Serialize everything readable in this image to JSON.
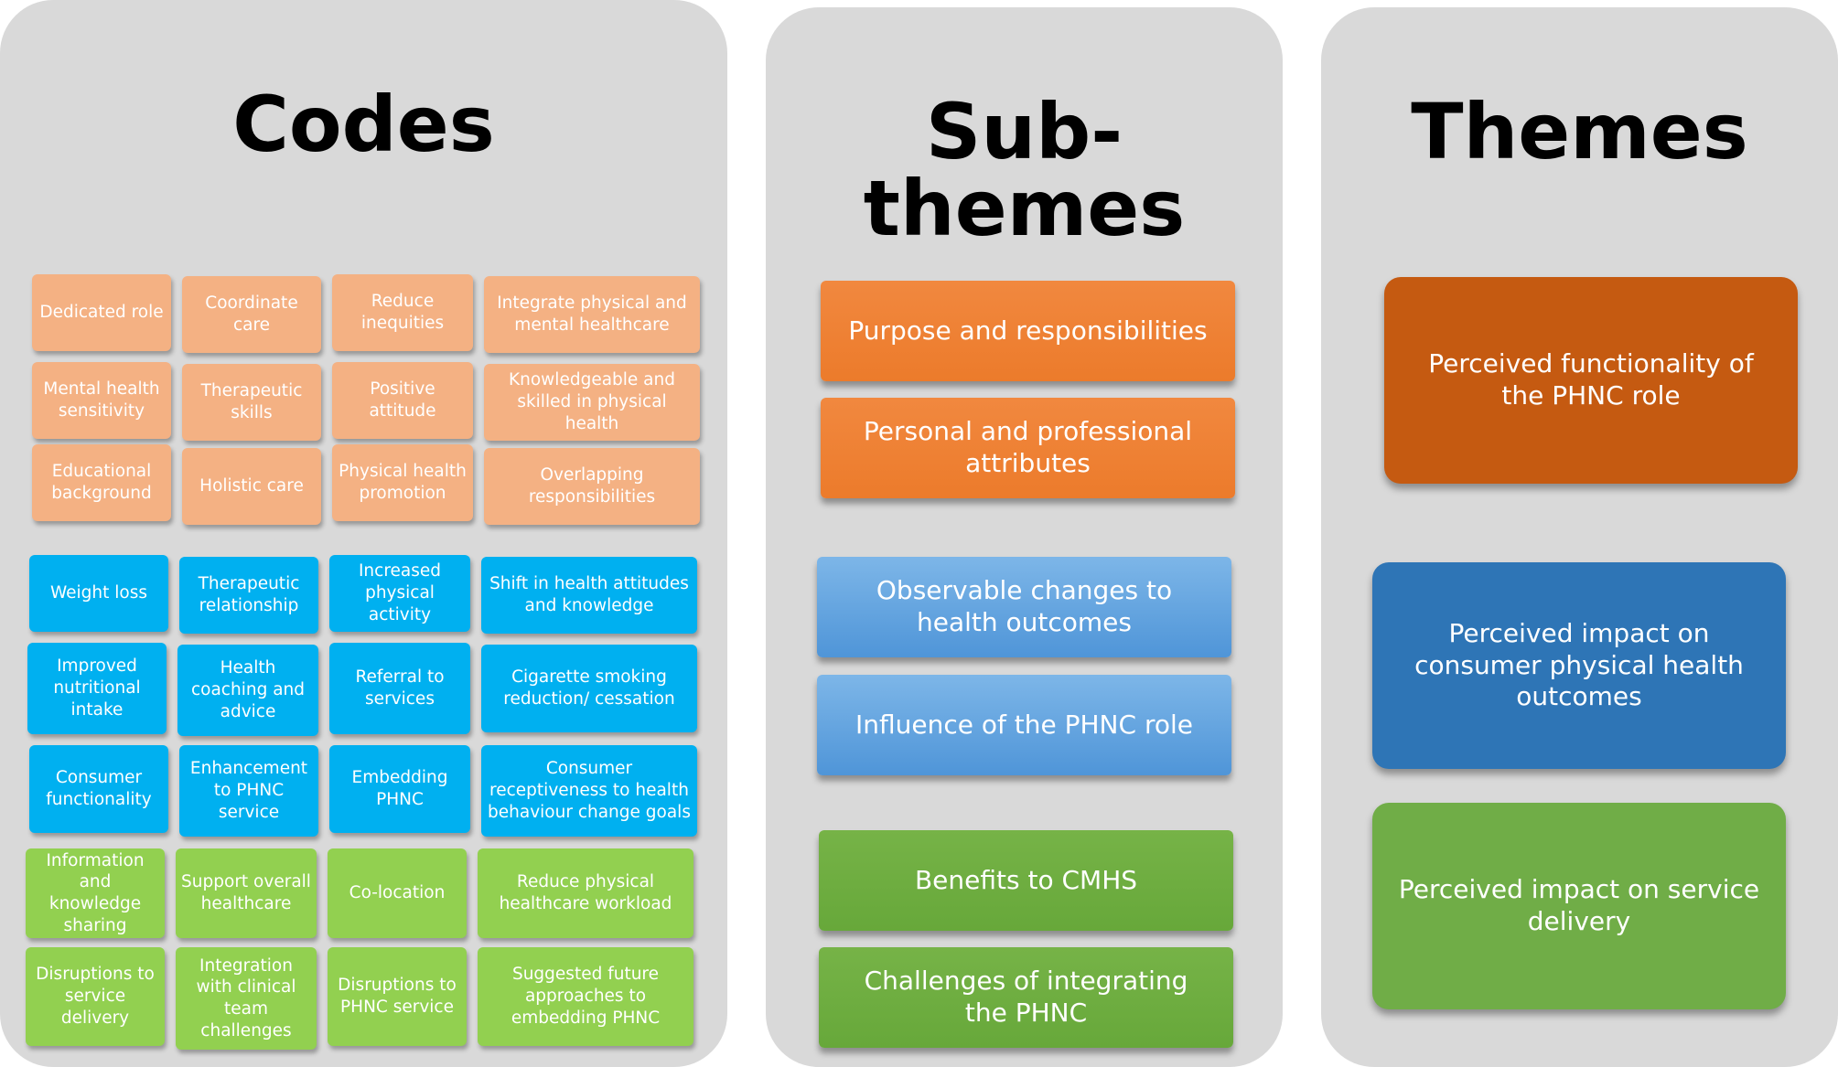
{
  "headings": {
    "codes": "Codes",
    "subthemes": "Sub-themes",
    "themes": "Themes"
  },
  "colors": {
    "panel": "#d9d9d9",
    "codes_group1": "#f4b183",
    "codes_group2": "#00b0f0",
    "codes_group3": "#92d050",
    "sub_group1": "#ed7d31",
    "sub_group2": "#5b9bd5",
    "sub_group3": "#70ad47",
    "theme1": "#c55a11",
    "theme2": "#2e75b6",
    "theme3": "#70ad47"
  },
  "codes": [
    [
      "Dedicated role",
      "Coordinate care",
      "Reduce inequities",
      "Integrate physical and mental healthcare"
    ],
    [
      "Mental health sensitivity",
      "Therapeutic skills",
      "Positive attitude",
      "Knowledgeable and skilled in physical health"
    ],
    [
      "Educational background",
      "Holistic care",
      "Physical health promotion",
      "Overlapping responsibilities"
    ],
    [
      "Weight loss",
      "Therapeutic relationship",
      "Increased physical activity",
      "Shift in health attitudes and knowledge"
    ],
    [
      "Improved nutritional intake",
      "Health coaching and advice",
      "Referral to services",
      "Cigarette smoking reduction/ cessation"
    ],
    [
      "Consumer functionality",
      "Enhancement to PHNC service",
      "Embedding PHNC",
      "Consumer receptiveness to health behaviour change goals"
    ],
    [
      "Information and knowledge sharing",
      "Support overall healthcare",
      "Co-location",
      "Reduce physical healthcare workload"
    ],
    [
      "Disruptions to service delivery",
      "Integration with clinical team challenges",
      "Disruptions to PHNC service",
      "Suggested future approaches to embedding PHNC"
    ]
  ],
  "subthemes": [
    "Purpose and responsibilities",
    "Personal and professional attributes",
    "Observable changes to health outcomes",
    "Influence of the PHNC role",
    "Benefits to CMHS",
    "Challenges of integrating the PHNC"
  ],
  "themes": [
    "Perceived functionality of the PHNC role",
    "Perceived impact on consumer physical health outcomes",
    "Perceived impact on service delivery"
  ]
}
